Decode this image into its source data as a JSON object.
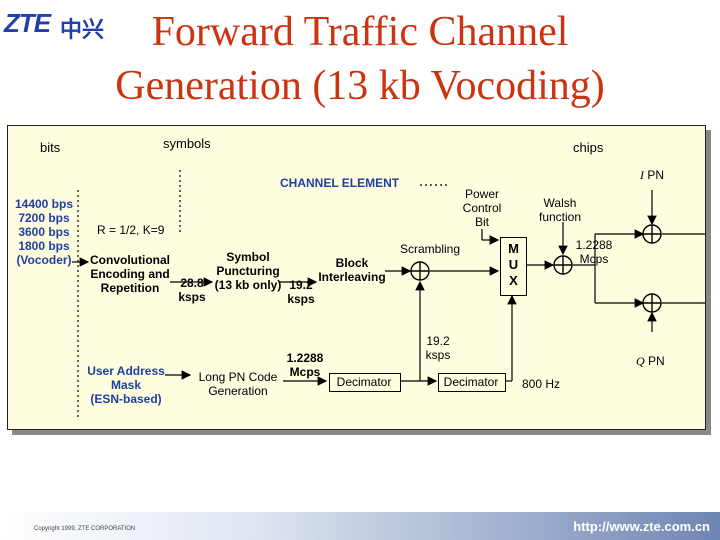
{
  "logo": {
    "text": "ZTE",
    "cn": "中兴"
  },
  "title": {
    "line1": "Forward Traffic Channel",
    "line2": "Generation (13 kb Vocoding)"
  },
  "diagram": {
    "bits": "bits",
    "symbols": "symbols",
    "chips": "chips",
    "rates": [
      "14400 bps",
      "7200 bps",
      "3600 bps",
      "1800 bps",
      "(Vocoder)"
    ],
    "channel_element": "CHANNEL ELEMENT",
    "code_params": "R = 1/2, K=9",
    "conv_encoding": [
      "Convolutional",
      "Encoding and",
      "Repetition"
    ],
    "rate_28_8": [
      "28.8",
      "ksps"
    ],
    "symbol_puncturing": [
      "Symbol",
      "Puncturing",
      "(13 kb only)"
    ],
    "rate_19_2a": [
      "19.2",
      "ksps"
    ],
    "block_interleaving": [
      "Block",
      "Interleaving"
    ],
    "scrambling": "Scrambling",
    "power_control": [
      "Power",
      "Control",
      "Bit"
    ],
    "mux": [
      "M",
      "U",
      "X"
    ],
    "walsh": [
      "Walsh",
      "function"
    ],
    "rate_1_2288a": [
      "1.2288",
      "Mcps"
    ],
    "i_pn": "I",
    "pn": "PN",
    "q_pn": "Q",
    "user_address_mask": [
      "User Address",
      "Mask",
      "(ESN-based)"
    ],
    "long_pn": [
      "Long PN Code",
      "Generation"
    ],
    "rate_1_2288b": [
      "1.2288",
      "Mcps"
    ],
    "decimator1": "Decimator",
    "rate_19_2b": [
      "19.2",
      "ksps"
    ],
    "decimator2": "Decimator",
    "rate_800": "800 Hz"
  },
  "footer": {
    "copyright": "Copyright 1999, ZTE CORPORATION",
    "url": "http://www.zte.com.cn"
  },
  "colors": {
    "title": "#cc3311",
    "label_blue": "#1f3fa0",
    "panel": "#fffde0",
    "logo": "#1f3fae"
  }
}
